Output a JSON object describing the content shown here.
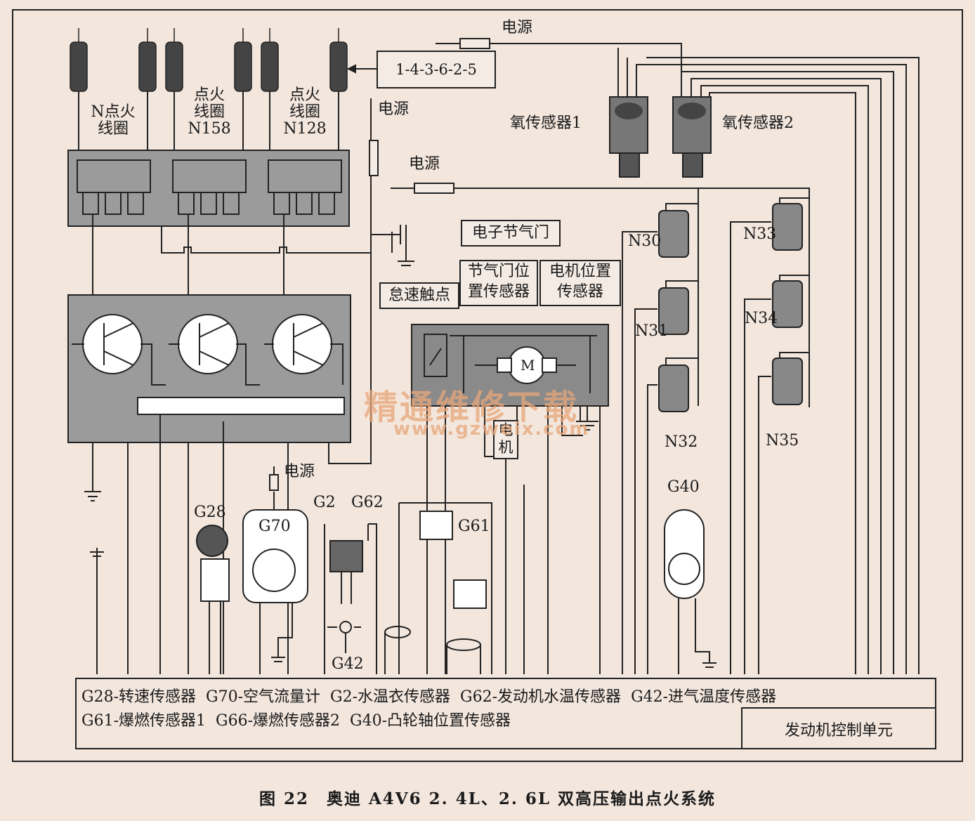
{
  "power_labels": [
    "电源",
    "电源",
    "电源",
    "电源"
  ],
  "firing_order": "1-4-3-6-2-5",
  "coils": [
    {
      "lines": [
        "N点火",
        "线圈"
      ]
    },
    {
      "lines": [
        "点火",
        "线圈",
        "N158"
      ]
    },
    {
      "lines": [
        "点火",
        "线圈",
        "N128"
      ]
    }
  ],
  "oxygen_sensors": [
    "氧传感器1",
    "氧传感器2"
  ],
  "throttle": {
    "title": "电子节气门",
    "idle_contact": "怠速触点",
    "tps": [
      "节气门位",
      "置传感器"
    ],
    "motor_pos": [
      "电机位置",
      "传感器"
    ],
    "motor_symbol": "M",
    "motor_label": [
      "电",
      "机"
    ]
  },
  "injectors": [
    "N30",
    "N31",
    "N32",
    "N33",
    "N34",
    "N35"
  ],
  "sensors": {
    "g28": "G28",
    "g70": "G70",
    "g2": "G2",
    "g62": "G62",
    "g61": "G61",
    "g42": "G42",
    "g40": "G40"
  },
  "legend": {
    "line1": [
      "G28-转速传感器",
      "G70-空气流量计",
      "G2-水温衣传感器",
      "G62-发动机水温传感器",
      "G42-进气温度传感器"
    ],
    "line2": [
      "G61-爆燃传感器1",
      "G66-爆燃传感器2",
      "G40-凸轮轴位置传感器"
    ],
    "ecu": "发动机控制单元"
  },
  "watermark": {
    "cn": "精通维修下载",
    "url": "www.gzweix.com"
  },
  "caption": "图 22　奥迪 A4V6 2. 4L、2. 6L 双高压输出点火系统"
}
